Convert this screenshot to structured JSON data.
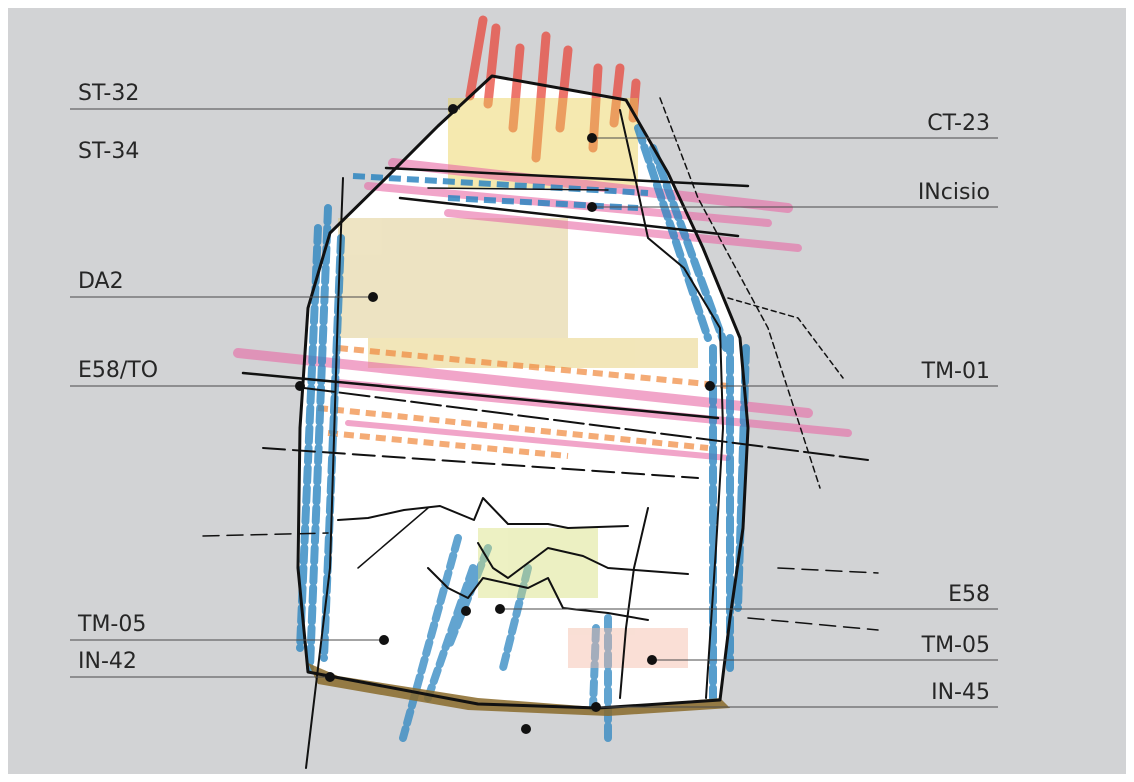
{
  "colors": {
    "background": "#d2d3d5",
    "outline": "#111111",
    "blue_stain": "#2e86c1",
    "red_stain": "#e8473c",
    "pink_stain": "#e86aa6",
    "ochre_stain": "#c9a04a",
    "yellow_stain": "#e9cf4f",
    "base_soil": "#8a6a2a"
  },
  "labels": {
    "st32": "ST-32",
    "st34": "ST-34",
    "ct23": "CT-23",
    "incisio": "INcisio",
    "da2": "DA2",
    "e58to": "E58/TO",
    "tm01": "TM-01",
    "e58": "E58",
    "tm05_left": "TM-05",
    "tm05_right": "TM-05",
    "in42": "IN-42",
    "in45": "IN-45"
  }
}
